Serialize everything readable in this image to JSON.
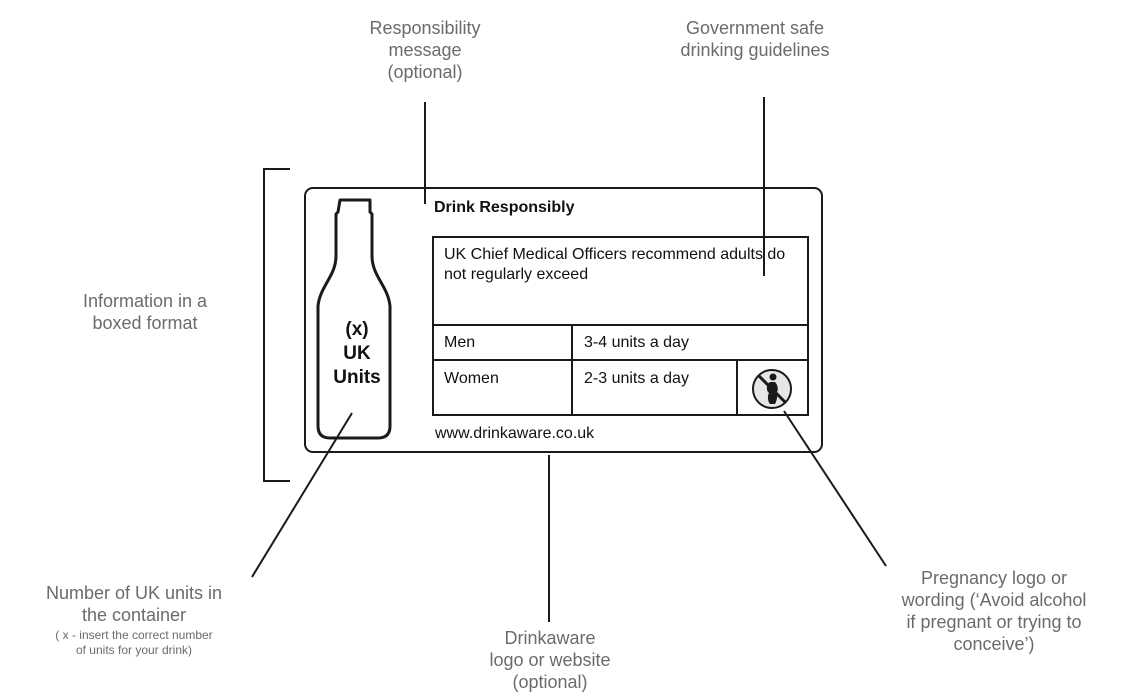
{
  "annotations": {
    "responsibility": "Responsibility\nmessage\n(optional)",
    "guidelines": "Government safe\ndrinking guidelines",
    "boxed": "Information in a\nboxed format",
    "units_main": "Number of UK units in\nthe container",
    "units_note": "( x - insert the correct number\nof units for your drink)",
    "drinkaware": "Drinkaware\nlogo or website\n(optional)",
    "pregnancy": "Pregnancy logo or\nwording (‘Avoid alcohol\nif pregnant or trying to\nconceive’)"
  },
  "label": {
    "bottle_text": "(x)\nUK\nUnits",
    "heading": "Drink Responsibly",
    "cmo_text": "UK Chief Medical Officers recommend adults do not regularly exceed",
    "rows": [
      {
        "who": "Men",
        "units": "3-4 units a day"
      },
      {
        "who": "Women",
        "units": "2-3 units a day"
      }
    ],
    "pregnancy_icon": "no-drinking-while-pregnant-icon",
    "website": "www.drinkaware.co.uk"
  },
  "colors": {
    "annotation": "#6b6b6b",
    "line": "#1a1a1a"
  }
}
